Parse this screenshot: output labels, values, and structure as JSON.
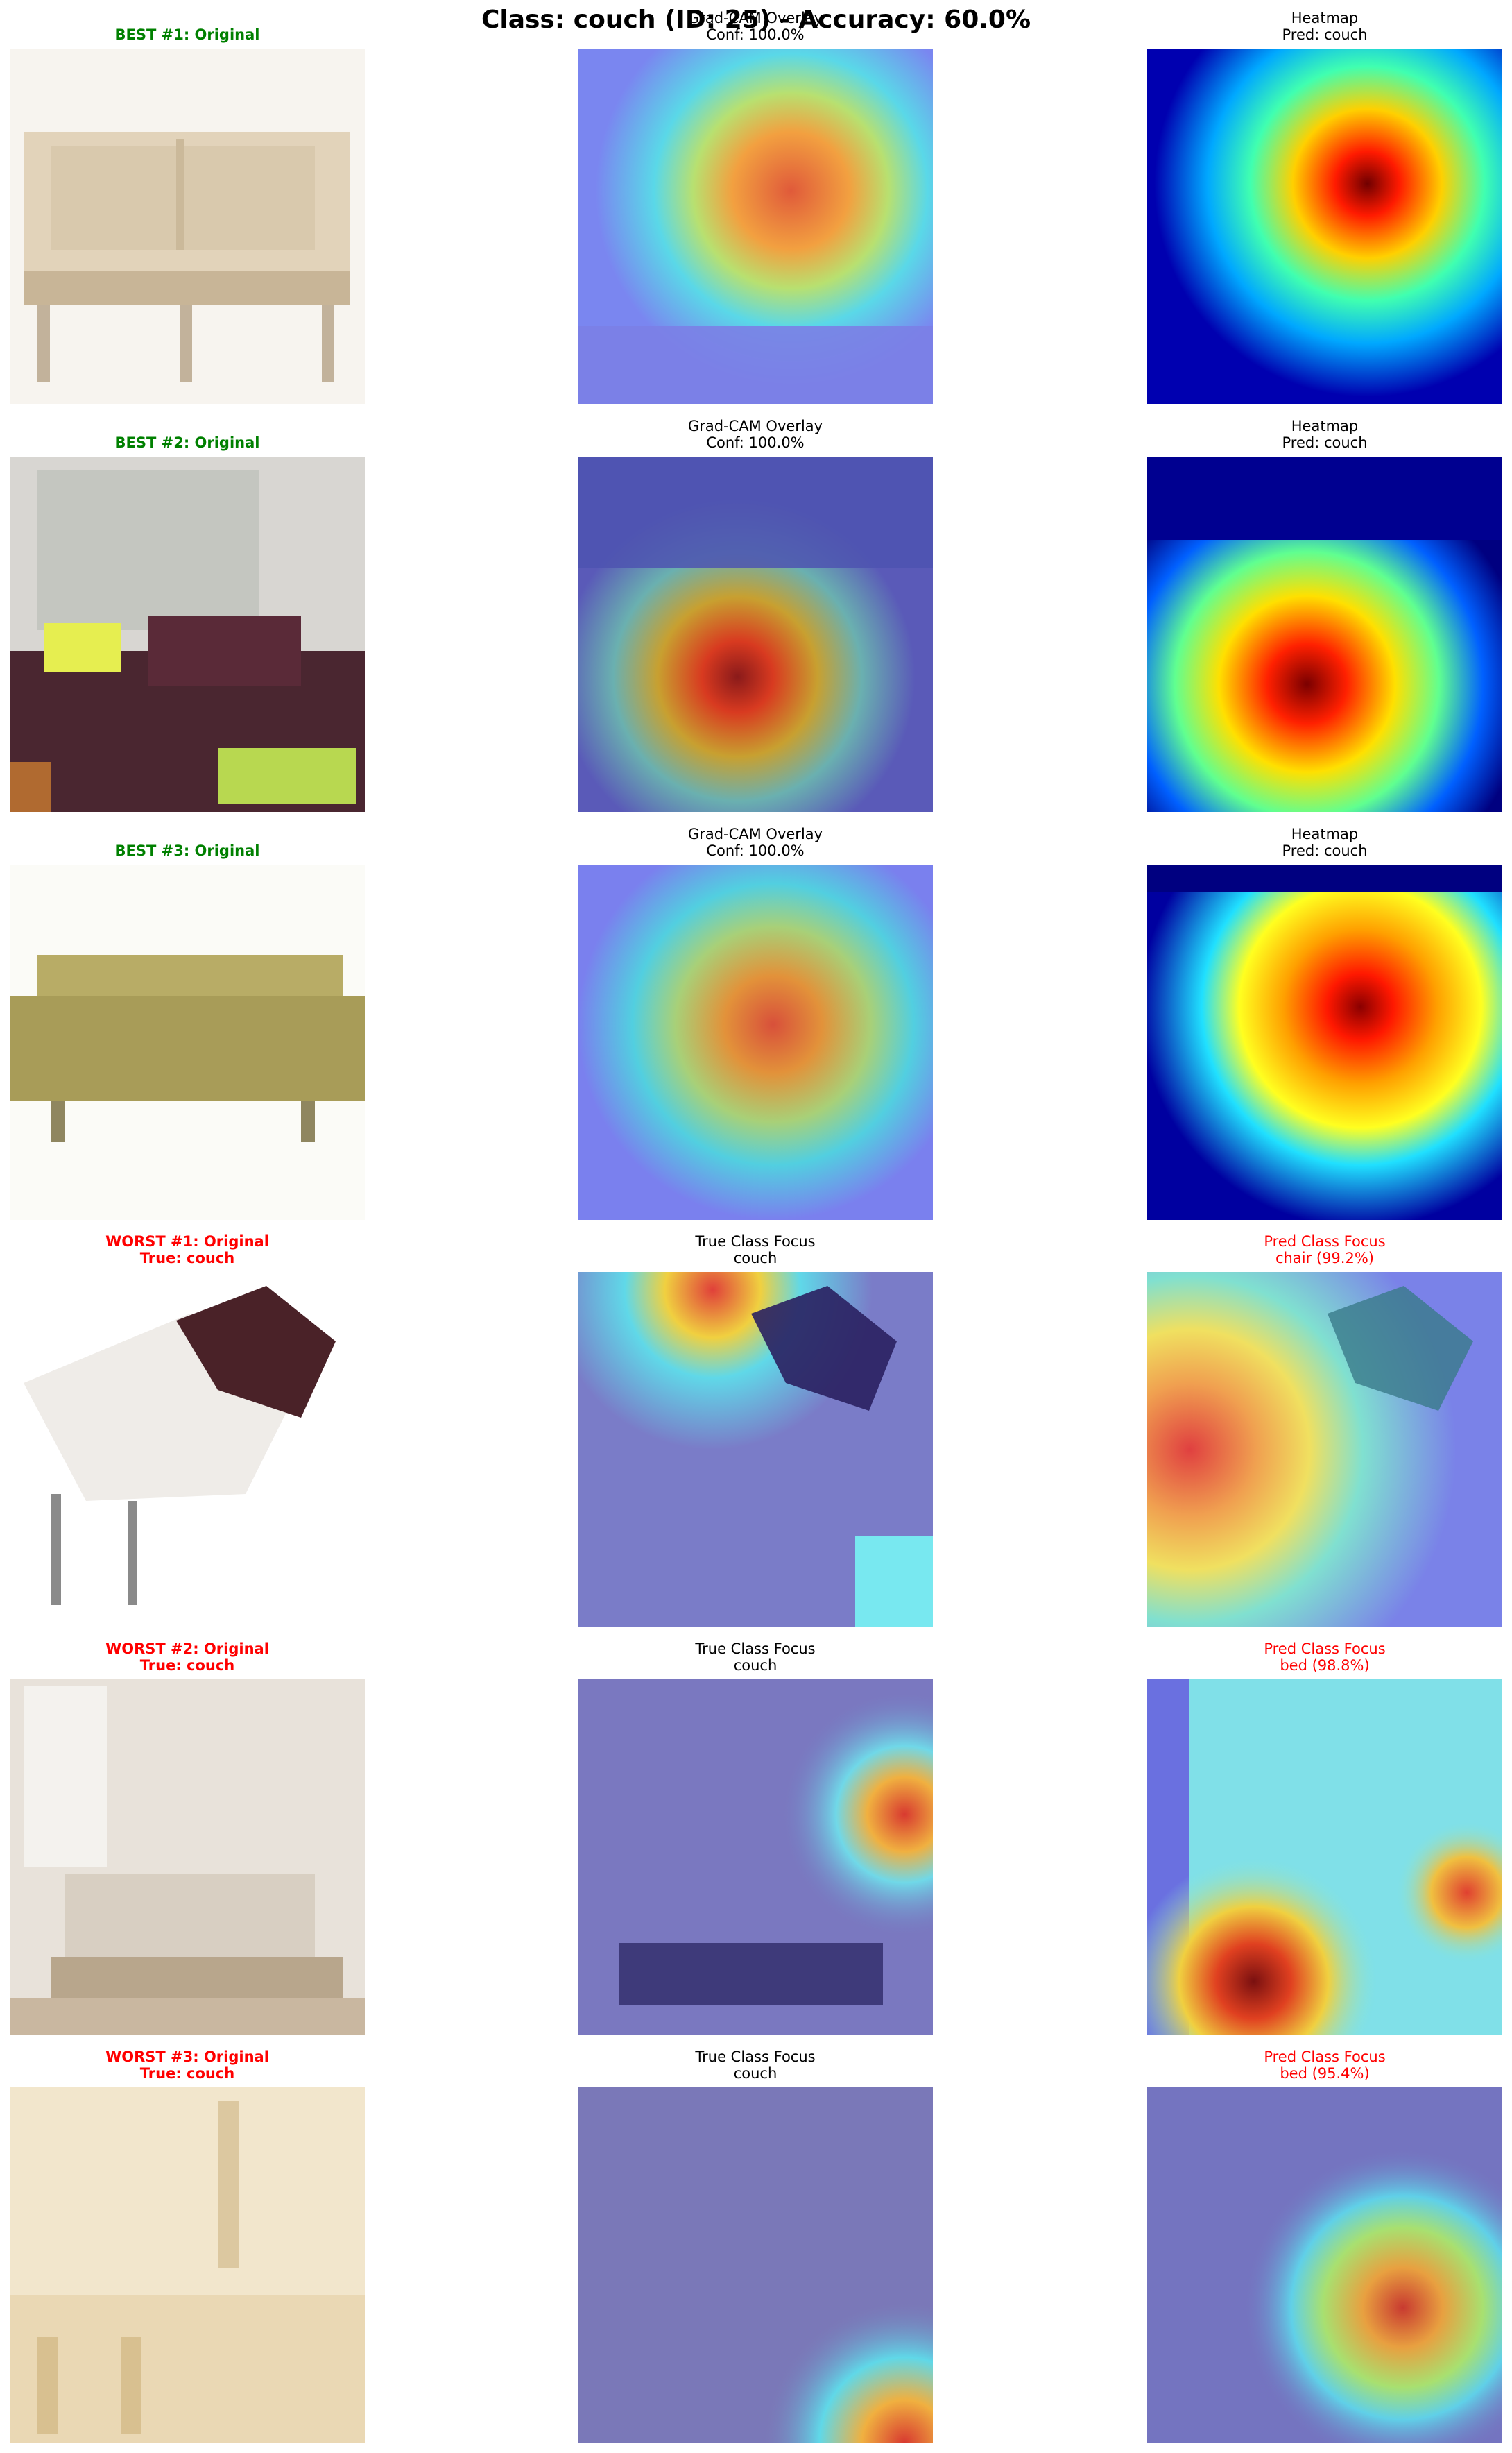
{
  "suptitle": "Class: couch (ID: 25) - Accuracy: 60.0%",
  "colors": {
    "best": "#008000",
    "worst": "#ff0000",
    "text": "#000000"
  },
  "rows": [
    {
      "original_title": [
        "BEST #1: Original"
      ],
      "overlay_title": [
        "Grad-CAM Overlay",
        "Conf: 100.0%"
      ],
      "heatmap_title": [
        "Heatmap",
        "Pred: couch"
      ]
    },
    {
      "original_title": [
        "BEST #2: Original"
      ],
      "overlay_title": [
        "Grad-CAM Overlay",
        "Conf: 100.0%"
      ],
      "heatmap_title": [
        "Heatmap",
        "Pred: couch"
      ]
    },
    {
      "original_title": [
        "BEST #3: Original"
      ],
      "overlay_title": [
        "Grad-CAM Overlay",
        "Conf: 100.0%"
      ],
      "heatmap_title": [
        "Heatmap",
        "Pred: couch"
      ]
    },
    {
      "original_title": [
        "WORST #1: Original",
        "True: couch"
      ],
      "overlay_title": [
        "True Class Focus",
        "couch"
      ],
      "heatmap_title": [
        "Pred Class Focus",
        "chair (99.2%)"
      ]
    },
    {
      "original_title": [
        "WORST #2: Original",
        "True: couch"
      ],
      "overlay_title": [
        "True Class Focus",
        "couch"
      ],
      "heatmap_title": [
        "Pred Class Focus",
        "bed (98.8%)"
      ]
    },
    {
      "original_title": [
        "WORST #3: Original",
        "True: couch"
      ],
      "overlay_title": [
        "True Class Focus",
        "couch"
      ],
      "heatmap_title": [
        "Pred Class Focus",
        "bed (95.4%)"
      ]
    }
  ]
}
